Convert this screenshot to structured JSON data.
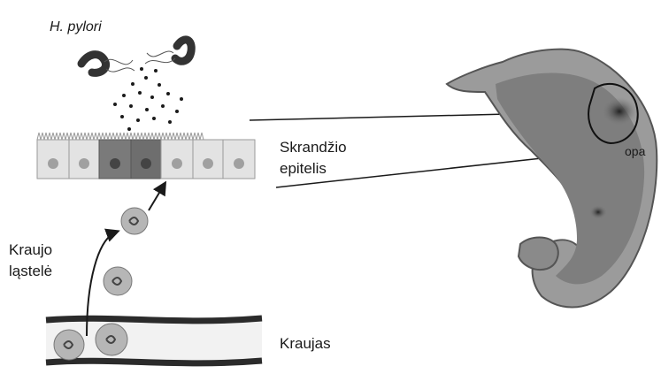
{
  "labels": {
    "bacterium": "H. pylori",
    "epithelium_line1": "Skrandžio",
    "epithelium_line2": "epitelis",
    "blood_cell_line1": "Kraujo",
    "blood_cell_line2": "ląstelė",
    "blood": "Kraujas",
    "ulcer": "opa"
  },
  "colors": {
    "cell_light": "#e3e3e3",
    "cell_dark": "#7a7a7a",
    "stomach_outer": "#9b9b9b",
    "stomach_inner": "#7e7e7e",
    "vessel_wall": "#2b2b2b",
    "line": "#1a1a1a"
  }
}
